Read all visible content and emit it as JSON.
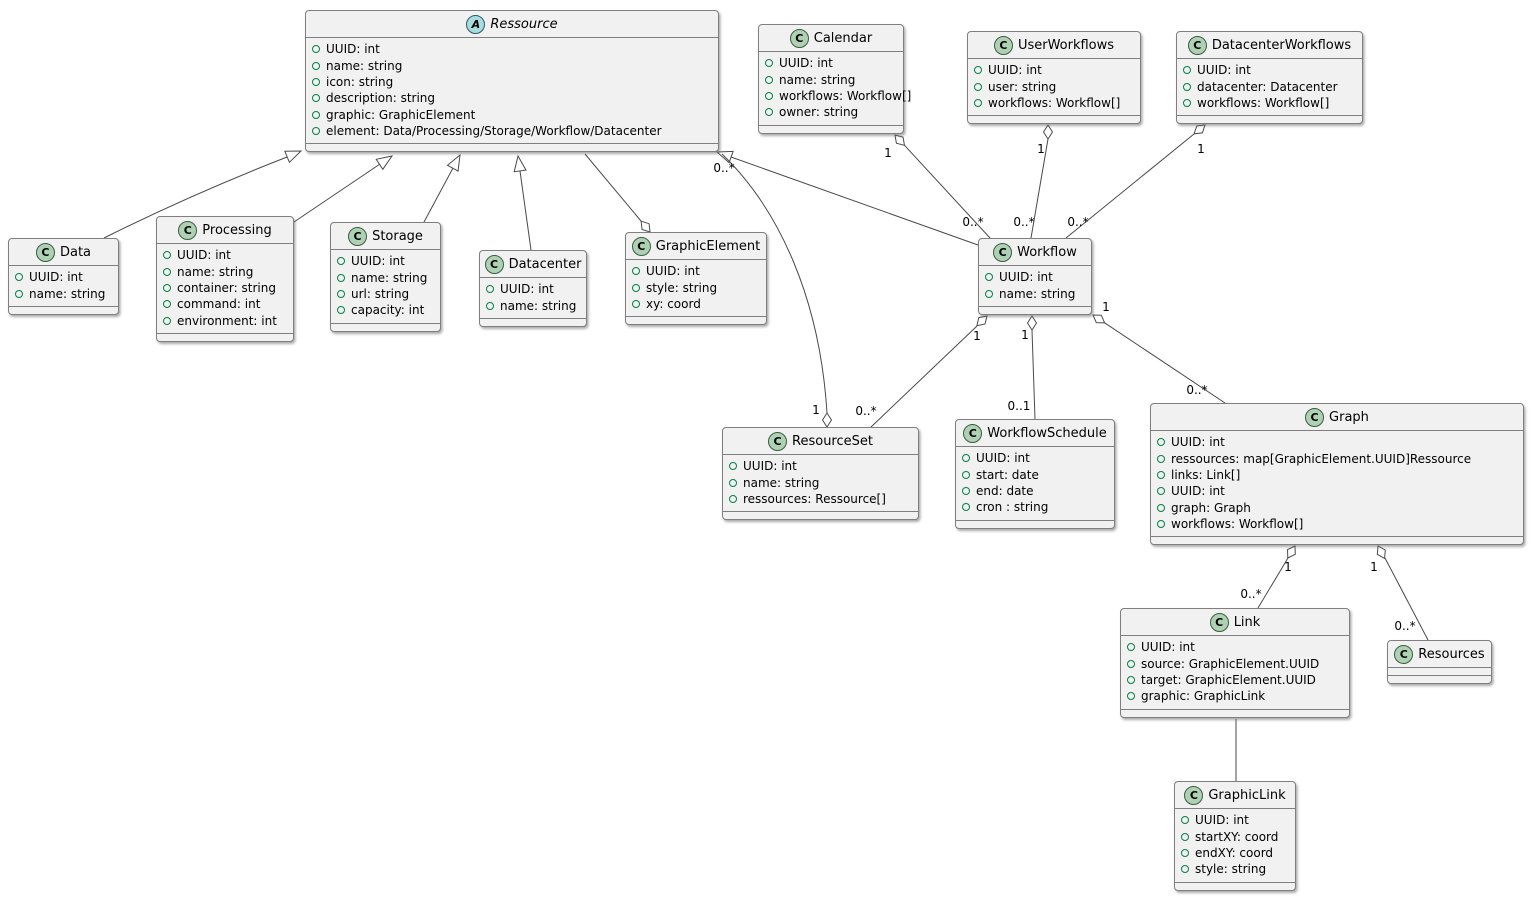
{
  "diagram": {
    "kind": "uml-class-diagram",
    "background": "#ffffff"
  },
  "colors": {
    "class_fill": "#f1f1f1",
    "class_border": "#7f7f7f",
    "class_icon_fill": "#ADD1B2",
    "abstract_icon_fill": "#A9DCDF",
    "field_icon_color": "#038048",
    "edge_color": "#4a4a4a"
  },
  "classes": {
    "ressource": {
      "badge": "A",
      "kind": "abstract",
      "name": "Ressource",
      "attributes": [
        "UUID: int",
        "name: string",
        "icon: string",
        "description: string",
        "graphic: GraphicElement",
        "element: Data/Processing/Storage/Workflow/Datacenter"
      ]
    },
    "data": {
      "badge": "C",
      "kind": "class",
      "name": "Data",
      "attributes": [
        "UUID: int",
        "name: string"
      ]
    },
    "processing": {
      "badge": "C",
      "kind": "class",
      "name": "Processing",
      "attributes": [
        "UUID: int",
        "name: string",
        "container: string",
        "command: int",
        "environment: int"
      ]
    },
    "storage": {
      "badge": "C",
      "kind": "class",
      "name": "Storage",
      "attributes": [
        "UUID: int",
        "name: string",
        "url: string",
        "capacity: int"
      ]
    },
    "datacenter": {
      "badge": "C",
      "kind": "class",
      "name": "Datacenter",
      "attributes": [
        "UUID: int",
        "name: string"
      ]
    },
    "graphic_element": {
      "badge": "C",
      "kind": "class",
      "name": "GraphicElement",
      "attributes": [
        "UUID: int",
        "style: string",
        "xy: coord"
      ]
    },
    "calendar": {
      "badge": "C",
      "kind": "class",
      "name": "Calendar",
      "attributes": [
        "UUID: int",
        "name: string",
        "workflows: Workflow[]",
        "owner: string"
      ]
    },
    "user_workflows": {
      "badge": "C",
      "kind": "class",
      "name": "UserWorkflows",
      "attributes": [
        "UUID: int",
        "user: string",
        "workflows: Workflow[]"
      ]
    },
    "datacenter_workflows": {
      "badge": "C",
      "kind": "class",
      "name": "DatacenterWorkflows",
      "attributes": [
        "UUID: int",
        "datacenter: Datacenter",
        "workflows: Workflow[]"
      ]
    },
    "workflow": {
      "badge": "C",
      "kind": "class",
      "name": "Workflow",
      "attributes": [
        "UUID: int",
        "name: string"
      ]
    },
    "resource_set": {
      "badge": "C",
      "kind": "class",
      "name": "ResourceSet",
      "attributes": [
        "UUID: int",
        "name: string",
        "ressources: Ressource[]"
      ]
    },
    "workflow_schedule": {
      "badge": "C",
      "kind": "class",
      "name": "WorkflowSchedule",
      "attributes": [
        "UUID: int",
        "start: date",
        "end: date",
        "cron : string"
      ]
    },
    "graph": {
      "badge": "C",
      "kind": "class",
      "name": "Graph",
      "attributes": [
        "UUID: int",
        "ressources: map[GraphicElement.UUID]Ressource",
        "links: Link[]",
        "UUID: int",
        "graph: Graph",
        "workflows: Workflow[]"
      ]
    },
    "link": {
      "badge": "C",
      "kind": "class",
      "name": "Link",
      "attributes": [
        "UUID: int",
        "source: GraphicElement.UUID",
        "target: GraphicElement.UUID",
        "graphic: GraphicLink"
      ]
    },
    "resources": {
      "badge": "C",
      "kind": "class",
      "name": "Resources",
      "attributes": []
    },
    "graphic_link": {
      "badge": "C",
      "kind": "class",
      "name": "GraphicLink",
      "attributes": [
        "UUID: int",
        "startXY: coord",
        "endXY: coord",
        "style: string"
      ]
    }
  },
  "multiplicities": {
    "resourceset_aggregates_ressource": {
      "resourceset_end": "1",
      "ressource_end": "0..*"
    },
    "calendar_aggregates_workflow": {
      "calendar_end": "1",
      "workflow_end": "0..*"
    },
    "userworkflows_aggregates_workflow": {
      "userworkflows_end": "1",
      "workflow_end": "0..*"
    },
    "datacenterworkflows_aggregates_workflow": {
      "datacenterworkflows_end": "1",
      "workflow_end": "0..*"
    },
    "workflow_aggregates_resourceset": {
      "workflow_end": "1",
      "resourceset_end": "0..*"
    },
    "workflow_aggregates_workflowschedule": {
      "workflow_end": "1",
      "workflowschedule_end": "0..1"
    },
    "workflow_aggregates_graph": {
      "workflow_end": "1",
      "graph_end": "0..*"
    },
    "graph_aggregates_link": {
      "graph_end": "1",
      "link_end": "0..*"
    },
    "graph_aggregates_resources": {
      "graph_end": "1",
      "resources_end": "0..*"
    }
  }
}
